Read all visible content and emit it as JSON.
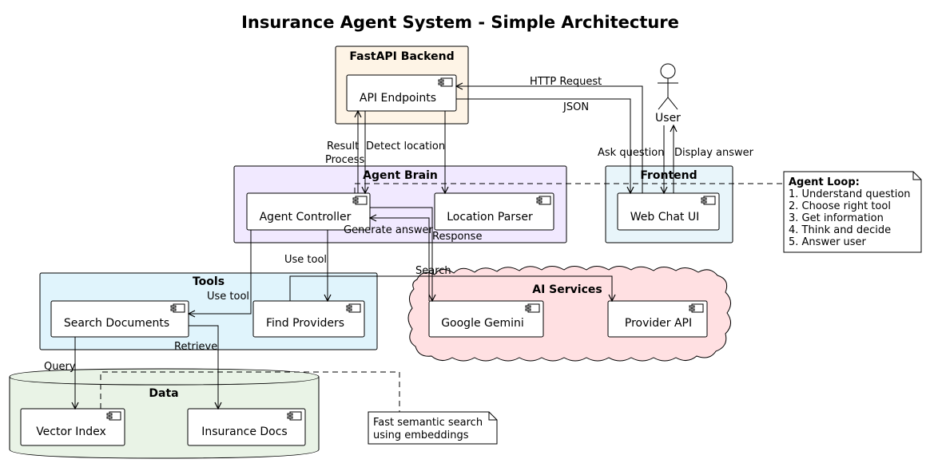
{
  "title": "Insurance Agent System - Simple Architecture",
  "colors": {
    "backend_fill": "#FEF4E6",
    "brain_fill": "#F1E9FF",
    "frontend_fill": "#E8F5FA",
    "tools_fill": "#E0F4FC",
    "ai_fill": "#FFE0E2",
    "data_fill": "#E9F3E6",
    "note_fill": "#FFFFFF",
    "stroke": "#000000"
  },
  "packages": {
    "backend": {
      "title": "FastAPI Backend"
    },
    "brain": {
      "title": "Agent Brain"
    },
    "frontend": {
      "title": "Frontend"
    },
    "tools": {
      "title": "Tools"
    },
    "ai": {
      "title": "AI Services"
    },
    "data": {
      "title": "Data"
    }
  },
  "components": {
    "api_endpoints": "API Endpoints",
    "agent_controller": "Agent Controller",
    "location_parser": "Location Parser",
    "web_chat_ui": "Web Chat UI",
    "search_documents": "Search Documents",
    "find_providers": "Find Providers",
    "google_gemini": "Google Gemini",
    "provider_api": "Provider API",
    "vector_index": "Vector Index",
    "insurance_docs": "Insurance Docs"
  },
  "actor": {
    "label": "User",
    "icon": "actor-stick-figure-icon"
  },
  "edges": {
    "http_request": "HTTP Request",
    "json": "JSON",
    "ask_question": "Ask question",
    "display_answer": "Display answer",
    "result": "Result",
    "process": "Process",
    "detect_location": "Detect location",
    "generate_answer": "Generate answer",
    "response": "Response",
    "use_tool_1": "Use tool",
    "use_tool_2": "Use tool",
    "search": "Search",
    "retrieve": "Retrieve",
    "query": "Query"
  },
  "notes": {
    "agent_loop": {
      "title": "Agent Loop:",
      "lines": [
        "1. Understand question",
        "2. Choose right tool",
        "3. Get information",
        "4. Think and decide",
        "5. Answer user"
      ]
    },
    "vector": {
      "lines": [
        "Fast semantic search",
        "using embeddings"
      ]
    }
  }
}
